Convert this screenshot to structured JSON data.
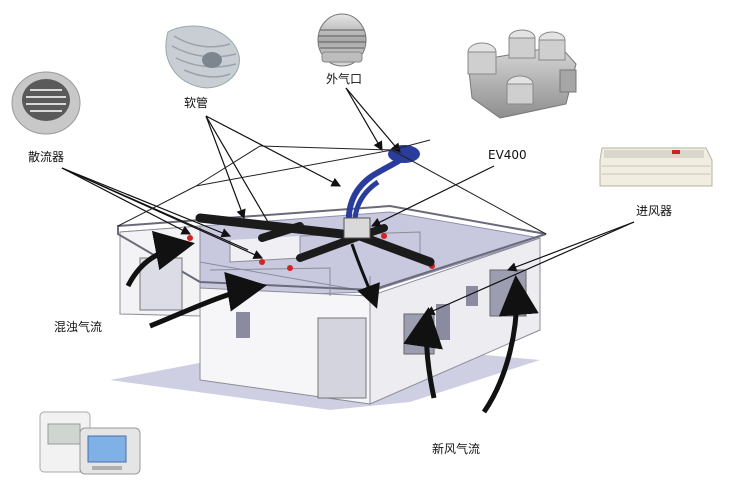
{
  "labels": {
    "diffuser": "散流器",
    "flex_duct": "软管",
    "outdoor_vent": "外气口",
    "ev_unit": "EV400",
    "supply_vent": "进风器",
    "exhaust_flow": "混浊气流",
    "fresh_flow": "新风气流"
  },
  "colors": {
    "duct": "#1b1b1b",
    "flex_blue": "#2a3d9c",
    "arrow": "#111111",
    "house_wall": "#f4f4f6",
    "floor": "#c9c9de",
    "accent_red": "#d22222"
  },
  "icons": [
    "diffuser-icon",
    "flex-duct-icon",
    "outdoor-vent-icon",
    "ev400-unit-icon",
    "supply-vent-icon",
    "thermostat-icon"
  ]
}
